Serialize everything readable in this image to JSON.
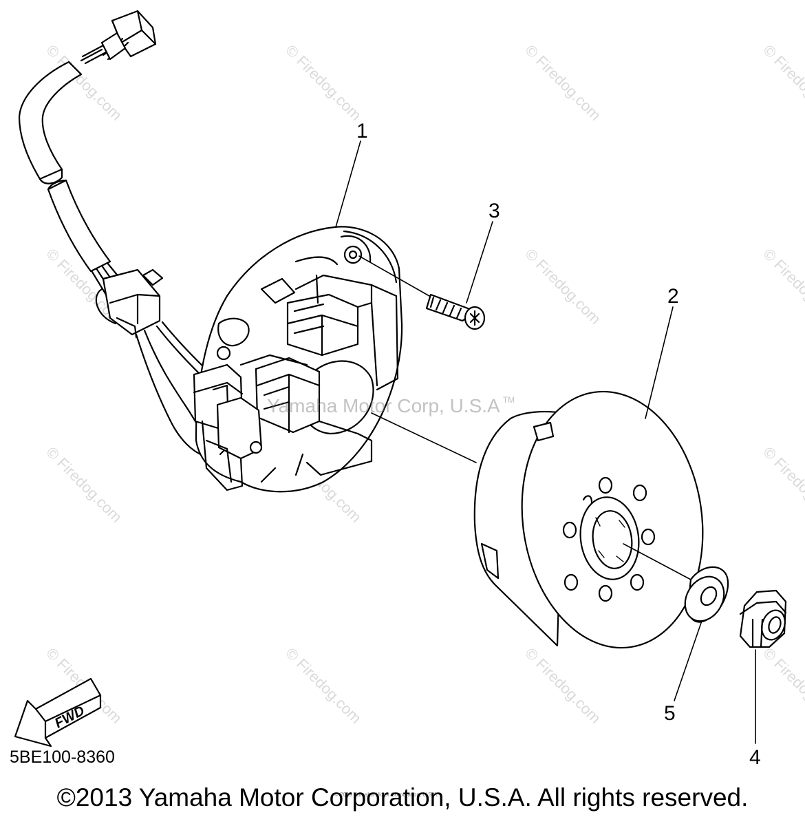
{
  "callouts": {
    "part_1": "1",
    "part_2": "2",
    "part_3": "3",
    "part_4": "4",
    "part_5": "5"
  },
  "arrow_label": "FWD",
  "drawing_code": "5BE100-8360",
  "copyright": "©2013 Yamaha Motor Corporation, U.S.A. All rights reserved.",
  "watermark_center": "Yamaha Motor Corp, U.S.A",
  "watermark_tm": "TM",
  "watermark_tile": "© Firedog.com",
  "watermark_tiny": "© 2013 Yamaha Motor Corporation, U.S.A.",
  "colors": {
    "line": "#000000",
    "background": "#ffffff"
  }
}
